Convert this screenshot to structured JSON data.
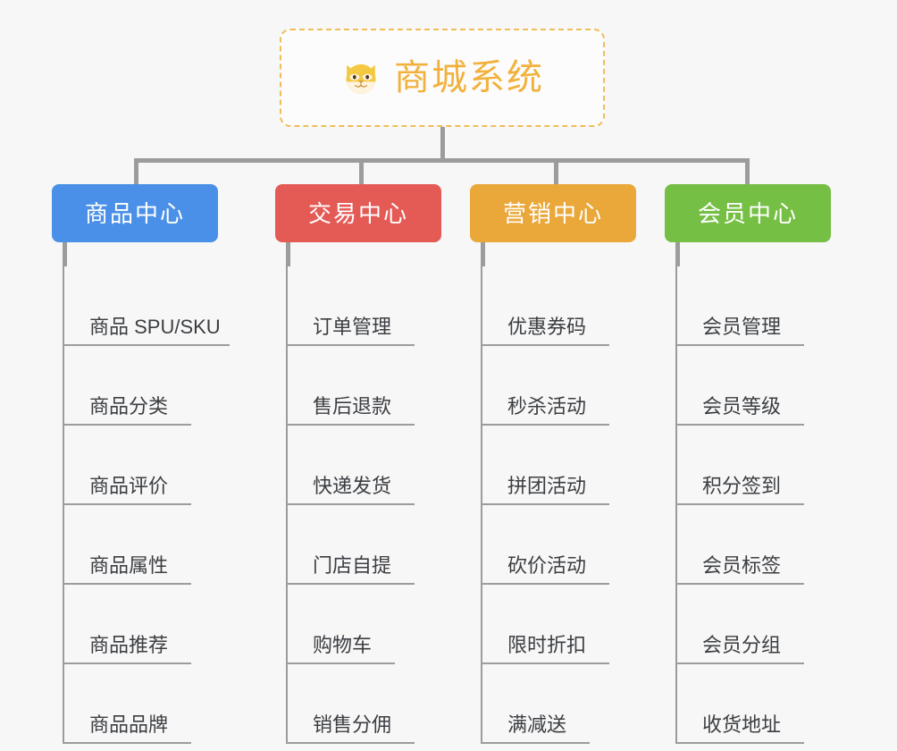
{
  "theme": {
    "background": "#f7f7f7",
    "connector": "#9c9c9c",
    "root_border": "#f0bd57",
    "root_text": "#f2b13c",
    "leaf_text": "#3b3e42"
  },
  "root": {
    "title": "商城系统",
    "icon": "dog-face-icon"
  },
  "branches": [
    {
      "label": "商品中心",
      "color": "#4a90e8",
      "items": [
        "商品 SPU/SKU",
        "商品分类",
        "商品评价",
        "商品属性",
        "商品推荐",
        "商品品牌"
      ]
    },
    {
      "label": "交易中心",
      "color": "#e45b56",
      "items": [
        "订单管理",
        "售后退款",
        "快递发货",
        "门店自提",
        "购物车",
        "销售分佣"
      ]
    },
    {
      "label": "营销中心",
      "color": "#eaa73a",
      "items": [
        "优惠券码",
        "秒杀活动",
        "拼团活动",
        "砍价活动",
        "限时折扣",
        "满减送"
      ]
    },
    {
      "label": "会员中心",
      "color": "#76bf45",
      "items": [
        "会员管理",
        "会员等级",
        "积分签到",
        "会员标签",
        "会员分组",
        "收货地址"
      ]
    }
  ]
}
